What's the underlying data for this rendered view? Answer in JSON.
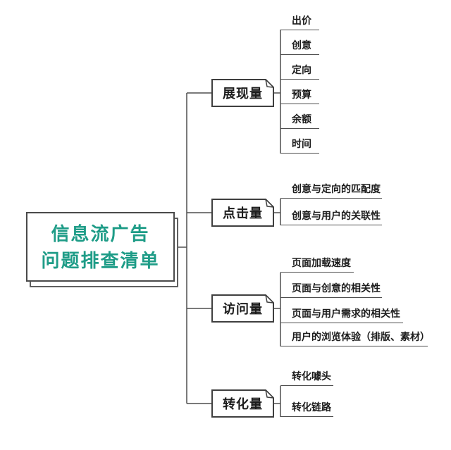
{
  "root": {
    "title_line1": "信息流广告",
    "title_line2": "问题排查清单"
  },
  "colors": {
    "accent_green": "#1e9c87",
    "line_gray": "#4f4f4f",
    "text_black": "#1c1c1c",
    "background": "#ffffff"
  },
  "branches": [
    {
      "label": "展现量",
      "leaves": [
        "出价",
        "创意",
        "定向",
        "预算",
        "余额",
        "时间"
      ]
    },
    {
      "label": "点击量",
      "leaves": [
        "创意与定向的匹配度",
        "创意与用户的关联性"
      ]
    },
    {
      "label": "访问量",
      "leaves": [
        "页面加载速度",
        "页面与创意的相关性",
        "页面与用户需求的相关性",
        "用户的浏览体验（排版、素材）"
      ]
    },
    {
      "label": "转化量",
      "leaves": [
        "转化噱头",
        "转化链路"
      ]
    }
  ]
}
